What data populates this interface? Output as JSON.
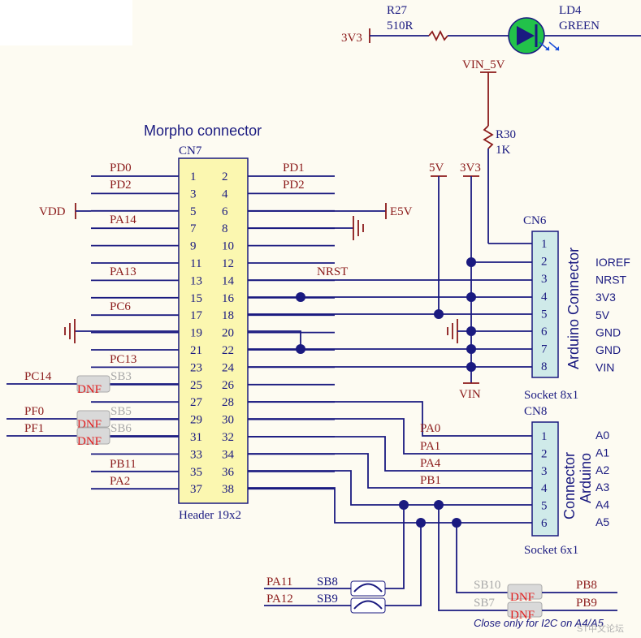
{
  "colors": {
    "background": "#fdfbf2",
    "wire": "#1a1a80",
    "power": "#8b1a1a",
    "net_label": "#8b1a1a",
    "connector_fill_cn7": "#fbf7b0",
    "connector_fill_cn6": "#cfeae9",
    "dnf": "#e02020",
    "led": "#22c24a",
    "grey_text": "#a8a8a8"
  },
  "header": {
    "r27_ref": "R27",
    "r27_value": "510R",
    "ld4_ref": "LD4",
    "ld4_value": "GREEN",
    "pwr_3v3": "3V3",
    "vin_5v": "VIN_5V",
    "r30_ref": "R30",
    "r30_value": "1K"
  },
  "cn7": {
    "title": "Morpho connector",
    "ref": "CN7",
    "footer": "Header 19x2",
    "left_pins": [
      "1",
      "3",
      "5",
      "7",
      "9",
      "11",
      "13",
      "15",
      "17",
      "19",
      "21",
      "23",
      "25",
      "27",
      "29",
      "31",
      "33",
      "35",
      "37"
    ],
    "right_pins": [
      "2",
      "4",
      "6",
      "8",
      "10",
      "12",
      "14",
      "16",
      "18",
      "20",
      "22",
      "24",
      "26",
      "28",
      "30",
      "32",
      "34",
      "36",
      "38"
    ],
    "left_labels": {
      "1": "PD0",
      "2": "PD2",
      "4": "PA14",
      "6": "PA13",
      "8": "PC6",
      "11": "PC13",
      "16": "PB11",
      "17": "PA2"
    },
    "right_labels": {
      "1": "PD1",
      "2": "PD2",
      "6": "NRST"
    },
    "vdd": "VDD",
    "e5v": "E5V"
  },
  "cn6": {
    "ref": "CN6",
    "title": "Arduino Connector",
    "footer": "Socket 8x1",
    "pins": [
      "1",
      "2",
      "3",
      "4",
      "5",
      "6",
      "7",
      "8"
    ],
    "signals": [
      "IOREF",
      "NRST",
      "3V3",
      "5V",
      "GND",
      "GND",
      "VIN"
    ],
    "pwr_5v": "5V",
    "pwr_3v3": "3V3",
    "vin": "VIN"
  },
  "cn8": {
    "ref": "CN8",
    "title_line1": "Connector",
    "title_line2": "Arduino",
    "footer": "Socket 6x1",
    "pins": [
      "1",
      "2",
      "3",
      "4",
      "5",
      "6"
    ],
    "signals": [
      "A0",
      "A1",
      "A2",
      "A3",
      "A4",
      "A5"
    ],
    "net_labels": [
      "PA0",
      "PA1",
      "PA4",
      "PB1"
    ]
  },
  "solder_bridges": {
    "pc14": "PC14",
    "sb3": "SB3",
    "pf0": "PF0",
    "sb5": "SB5",
    "pf1": "PF1",
    "sb6": "SB6",
    "dnf": "DNF",
    "pa11": "PA11",
    "sb8": "SB8",
    "pa12": "PA12",
    "sb9": "SB9",
    "sb10": "SB10",
    "sb7": "SB7",
    "pb8": "PB8",
    "pb9": "PB9"
  },
  "note": "Close only for I2C on A4/A5",
  "watermark": "ST中文论坛"
}
